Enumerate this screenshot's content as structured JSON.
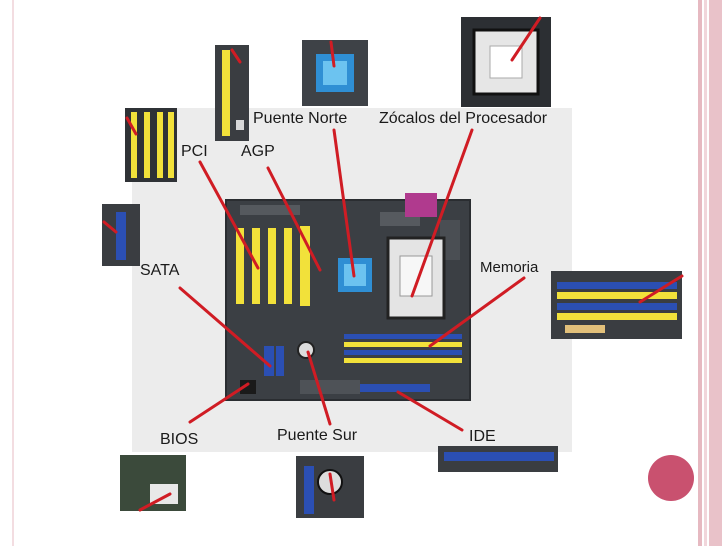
{
  "labels": {
    "pci": "PCI",
    "agp": "AGP",
    "puente_norte": "Puente Norte",
    "zocalos": "Zócalos del Procesador",
    "memoria": "Memoria",
    "sata": "SATA",
    "bios": "BIOS",
    "puente_sur": "Puente  Sur",
    "ide": "IDE"
  },
  "colors": {
    "accent_dot": "#c9516f",
    "leader_line": "#d01c24",
    "board": "#3b3f44",
    "slot_yellow": "#f2e13a",
    "slot_blue": "#2b4fb3"
  }
}
